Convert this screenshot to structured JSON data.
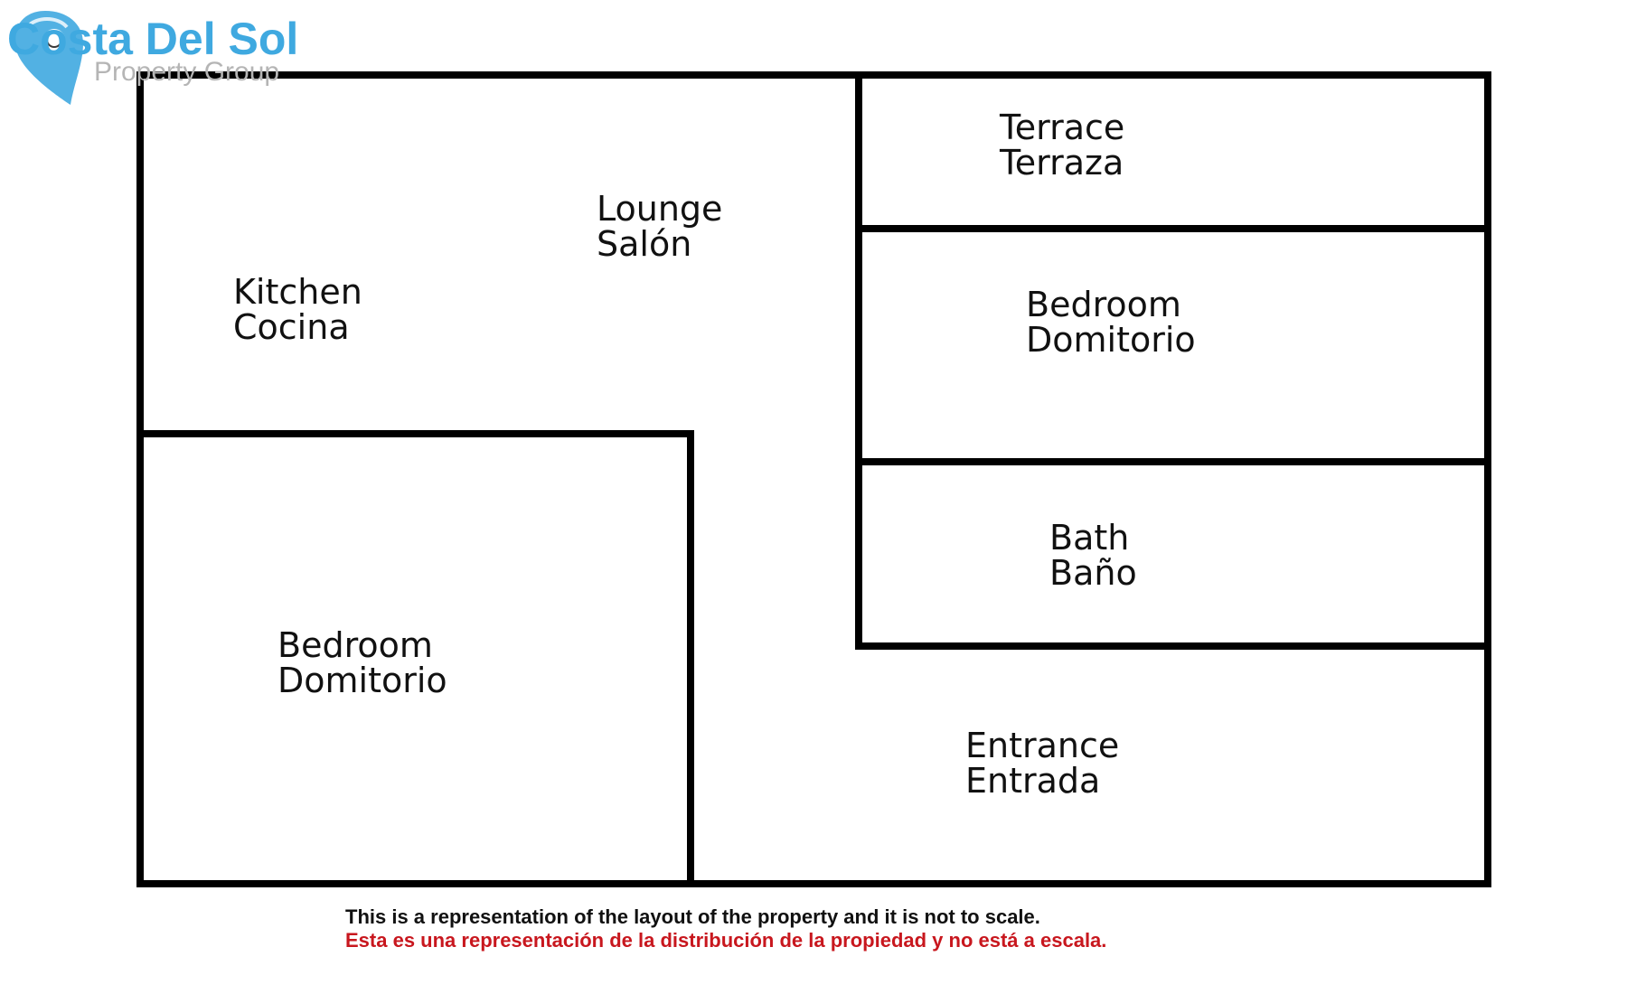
{
  "logo": {
    "name": "Costa Del Sol",
    "subtitle": "Property Group",
    "brand_color": "#3fa9e0",
    "subtitle_color": "#b5b5b5",
    "icon": "map-pin-icon"
  },
  "rooms": {
    "kitchen": {
      "en": "Kitchen",
      "es": "Cocina"
    },
    "lounge": {
      "en": "Lounge",
      "es": "Salón"
    },
    "terrace": {
      "en": "Terrace",
      "es": "Terraza"
    },
    "bedroom_right": {
      "en": "Bedroom",
      "es": "Domitorio"
    },
    "bath": {
      "en": "Bath",
      "es": "Baño"
    },
    "bedroom_left": {
      "en": "Bedroom",
      "es": "Domitorio"
    },
    "entrance": {
      "en": "Entrance",
      "es": "Entrada"
    }
  },
  "disclaimer": {
    "en": "This is a representation of the layout of the property and it is not to scale.",
    "es": "Esta es una representación de la distribución de la propiedad y no está a escala.",
    "en_color": "#111111",
    "es_color": "#c8171e"
  }
}
